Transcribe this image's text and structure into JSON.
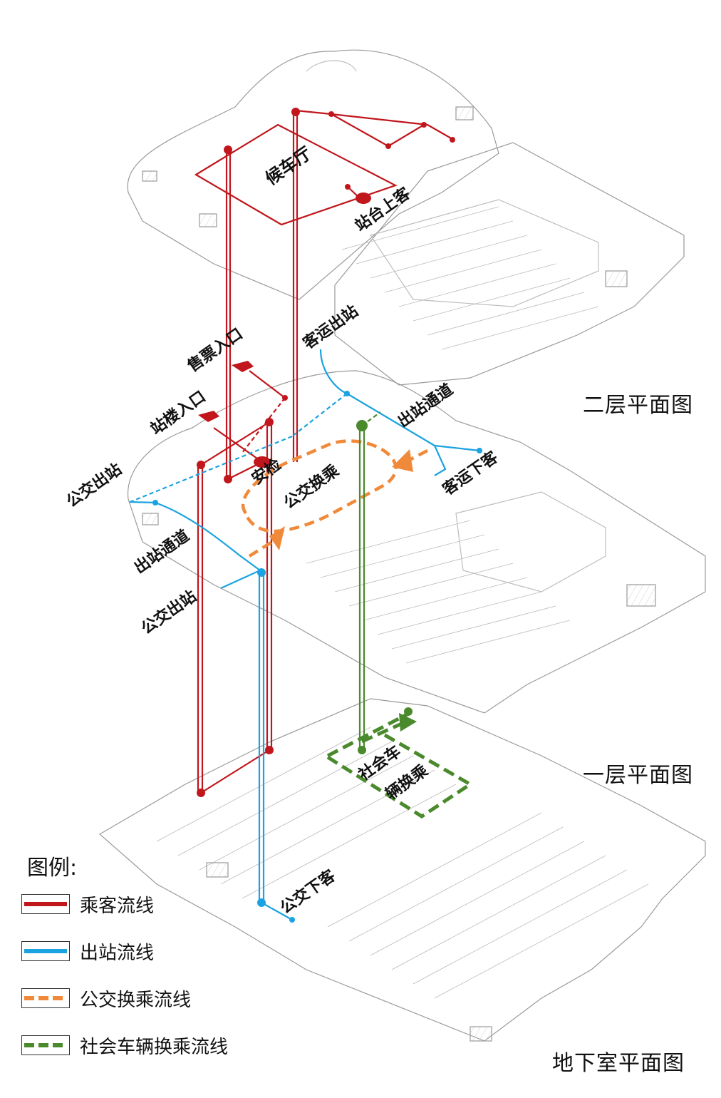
{
  "colors": {
    "passenger": "#c0161c",
    "exit": "#1aa3e0",
    "bus_transfer": "#f08a3a",
    "car_transfer": "#4a8a2c",
    "plan_line": "#9a9a9a"
  },
  "floors": {
    "second": "二层平面图",
    "first": "一层平面图",
    "basement": "地下室平面图"
  },
  "labels": {
    "waiting_hall": "候车厅",
    "platform_boarding": "站台上客",
    "coach_exit": "客运出站",
    "ticket_entrance": "售票入口",
    "station_entrance": "站楼入口",
    "exit_channel_right": "出站通道",
    "security": "安检",
    "bus_transfer": "公交换乘",
    "coach_dropoff": "客运下客",
    "bus_exit_upper": "公交出站",
    "exit_channel_left": "出站通道",
    "bus_exit_lower": "公交出站",
    "car_transfer_line1": "社会车",
    "car_transfer_line2": "辆换乘",
    "bus_dropoff": "公交下客"
  },
  "legend": {
    "title": "图例:",
    "items": [
      {
        "key": "passenger",
        "label": "乘客流线",
        "style": "solid"
      },
      {
        "key": "exit",
        "label": "出站流线",
        "style": "solid"
      },
      {
        "key": "bus_transfer",
        "label": "公交换乘流线",
        "style": "dashed"
      },
      {
        "key": "car_transfer",
        "label": "社会车辆换乘流线",
        "style": "dashed"
      }
    ]
  }
}
